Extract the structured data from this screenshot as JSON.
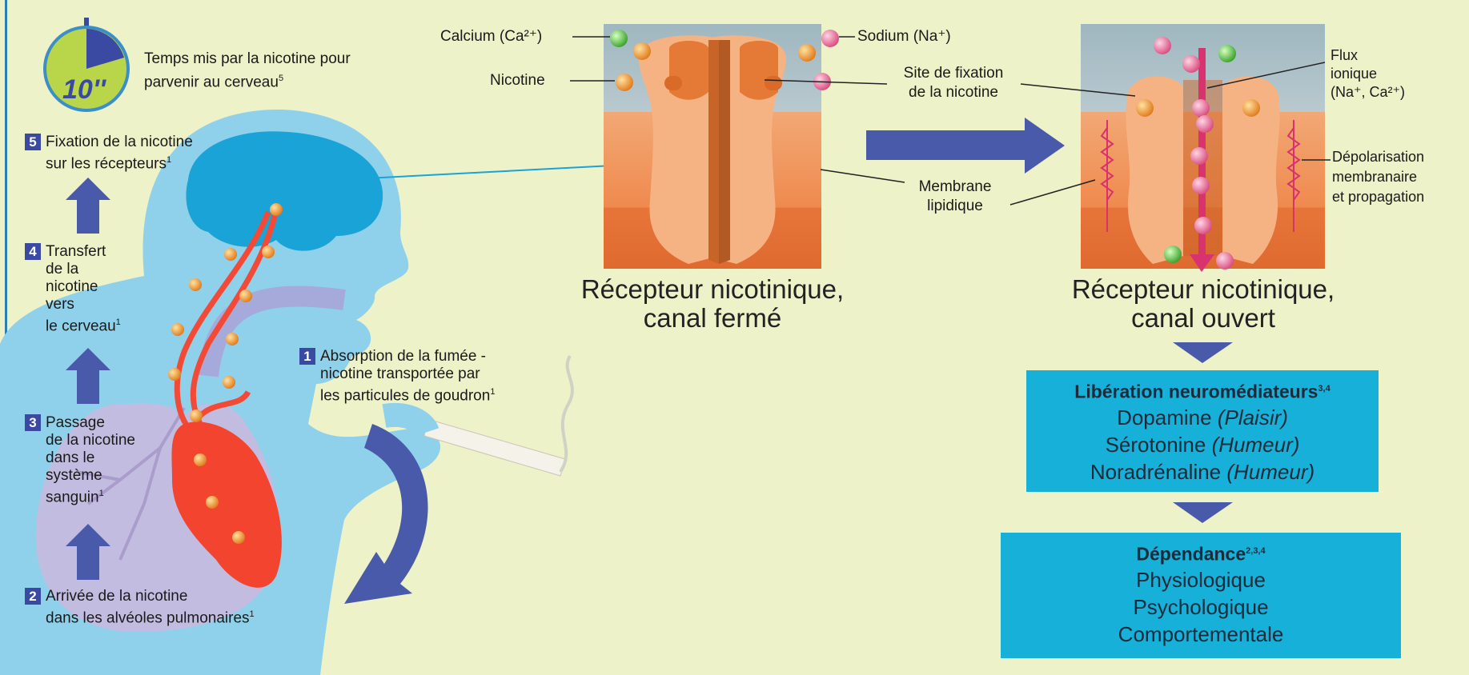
{
  "timer": {
    "value": "10''",
    "label": "Temps mis par la nicotine pour parvenir au cerveau",
    "ref": "5"
  },
  "steps": [
    {
      "num": "5",
      "text": "Fixation de la nicotine\nsur les récepteurs",
      "ref": "1"
    },
    {
      "num": "4",
      "text": "Transfert\nde la\nnicotine\nvers\nle cerveau",
      "ref": "1"
    },
    {
      "num": "3",
      "text": "Passage\nde la nicotine\ndans le\nsystème\nsanguin",
      "ref": "1"
    },
    {
      "num": "2",
      "text": "Arrivée de la nicotine\ndans les alvéoles pulmonaires",
      "ref": "1"
    },
    {
      "num": "1",
      "text": "Absorption de la fumée -\nnicotine transportée par\nles particules de goudron",
      "ref": "1"
    }
  ],
  "labels": {
    "calcium": "Calcium (Ca²⁺)",
    "sodium": "Sodium (Na⁺)",
    "nicotine": "Nicotine",
    "site": "Site de fixation\nde la nicotine",
    "membrane": "Membrane\nlipidique",
    "flux": "Flux\nionique\n(Na⁺, Ca²⁺)",
    "depol": "Dépolarisation\nmembranaire\net propagation"
  },
  "captions": {
    "closed": "Récepteur nicotinique,\ncanal fermé",
    "open": "Récepteur nicotinique,\ncanal ouvert"
  },
  "box1": {
    "title": "Libération neuromédiateurs",
    "ref": "3,4",
    "items": [
      {
        "name": "Dopamine",
        "qual": "(Plaisir)"
      },
      {
        "name": "Sérotonine",
        "qual": "(Humeur)"
      },
      {
        "name": "Noradrénaline",
        "qual": "(Humeur)"
      }
    ]
  },
  "box2": {
    "title": "Dépendance",
    "ref": "2,3,4",
    "items": [
      "Physiologique",
      "Psychologique",
      "Comportementale"
    ]
  },
  "colors": {
    "background": "#eef2c8",
    "body": "#8fd1ea",
    "brain": "#1aa3d6",
    "lungs": "#c7b7dd",
    "heart": "#f2442e",
    "step_badge": "#3a4aa3",
    "arrow": "#4a5aab",
    "box": "#16b0d8",
    "timer": "#b9d64a"
  }
}
